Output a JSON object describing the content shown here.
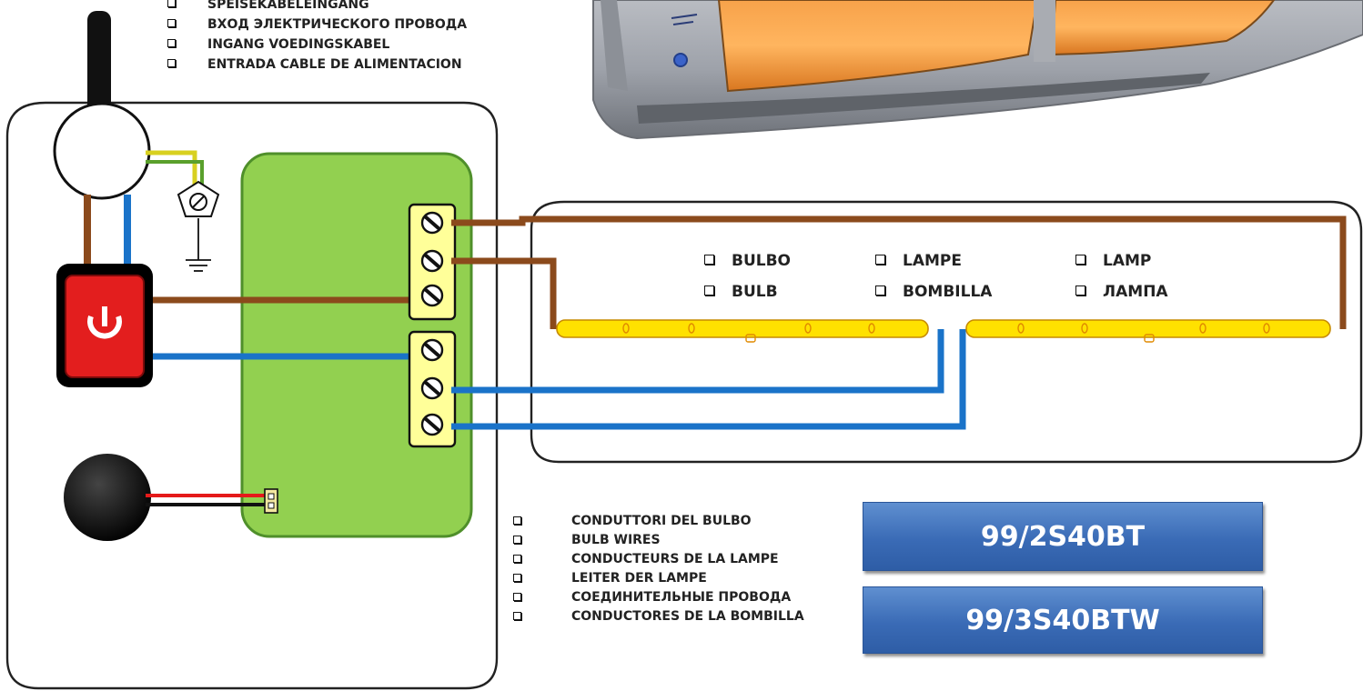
{
  "top_labels": [
    "SPEISEKABELEINGANG",
    "ВХОД ЭЛЕКТРИЧЕСКОГО ПРОВОДА",
    "INGANG VOEDINGSKABEL",
    "ENTRADA CABLE DE ALIMENTACION"
  ],
  "bulb_labels": {
    "col1": [
      "BULBO",
      "BULB"
    ],
    "col2": [
      "LAMPE",
      "BOMBILLA"
    ],
    "col3": [
      "LAMP",
      "ЛАМПА"
    ]
  },
  "bulb_wire_labels": [
    "CONDUTTORI DEL BULBO",
    "BULB WIRES",
    "CONDUCTEURS DE LA LAMPE",
    "LEITER DER LAMPE",
    "СОЕДИНИТЕЛЬНЫЕ ПРОВОДА",
    "CONDUCTORES DE LA BOMBILLA"
  ],
  "models": [
    "99/2S40BT",
    "99/3S40BTW"
  ],
  "colors": {
    "live_wire": "#8b4a1c",
    "neutral_wire": "#1a73c9",
    "earth_wire": "#d8d020",
    "board": "#92d050",
    "terminal": "#ffff99",
    "switch": "#e31e1e",
    "bulb": "#ffe100",
    "model_box": "#3a6bb6"
  },
  "icons": [
    "earth-symbol-icon",
    "power-switch-icon",
    "screw-terminal-icon"
  ]
}
